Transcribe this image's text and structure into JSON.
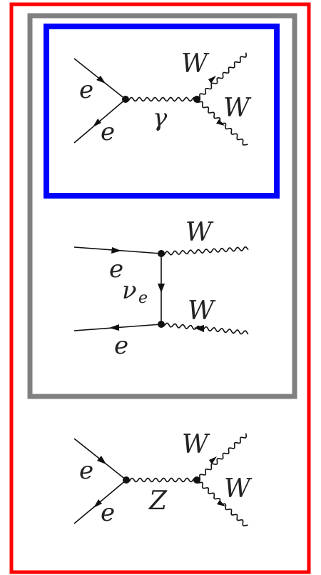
{
  "colors": {
    "outer_frame": "#ff0000",
    "middle_frame": "#808080",
    "inner_frame": "#0000ff",
    "ink": "#111111"
  },
  "diagrams": {
    "photon_exchange": {
      "in_top": "e",
      "in_bottom": "e",
      "propagator": "γ",
      "out_top": "W",
      "out_bottom": "W"
    },
    "neutrino_exchange": {
      "in_top": "e",
      "propagator": "ν",
      "propagator_sub": "e",
      "in_bottom": "e",
      "out_top": "W",
      "out_bottom": "W"
    },
    "z_exchange": {
      "in_top": "e",
      "in_bottom": "e",
      "propagator": "Z",
      "out_top": "W",
      "out_bottom": "W"
    }
  }
}
